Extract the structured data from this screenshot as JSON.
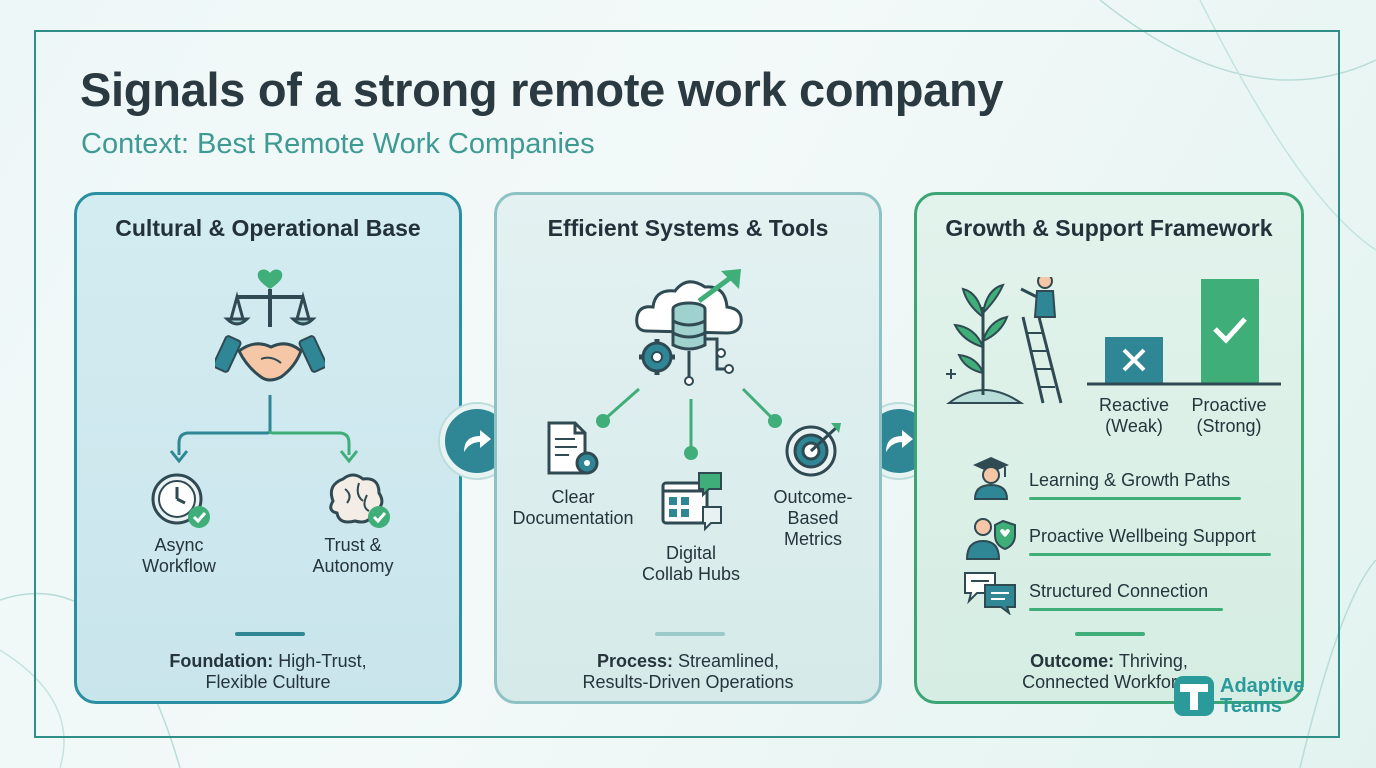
{
  "header": {
    "title": "Signals of a strong remote work company",
    "subtitle": "Context: Best Remote Work Companies"
  },
  "panels": [
    {
      "title": "Cultural & Operational Base",
      "items": [
        "Async\nWorkflow",
        "Trust &\nAutonomy"
      ],
      "footer_bold": "Foundation:",
      "footer_text": " High-Trust,",
      "footer_line2": "Flexible Culture"
    },
    {
      "title": "Efficient Systems & Tools",
      "items": [
        "Clear\nDocumentation",
        "Digital\nCollab Hubs",
        "Outcome-\nBased\nMetrics"
      ],
      "footer_bold": "Process:",
      "footer_text": " Streamlined,",
      "footer_line2": "Results-Driven Operations"
    },
    {
      "title": "Growth & Support Framework",
      "compare": [
        "Reactive\n(Weak)",
        "Proactive\n(Strong)"
      ],
      "list": [
        "Learning & Growth Paths",
        "Proactive Wellbeing Support",
        "Structured Connection"
      ],
      "footer_bold": "Outcome:",
      "footer_text": " Thriving,",
      "footer_line2": "Connected Workforce"
    }
  ],
  "brand": {
    "line1": "Adaptive",
    "line2": "Teams"
  },
  "colors": {
    "teal": "#2f8795",
    "green": "#3fae78",
    "dark": "#2b3a40"
  }
}
